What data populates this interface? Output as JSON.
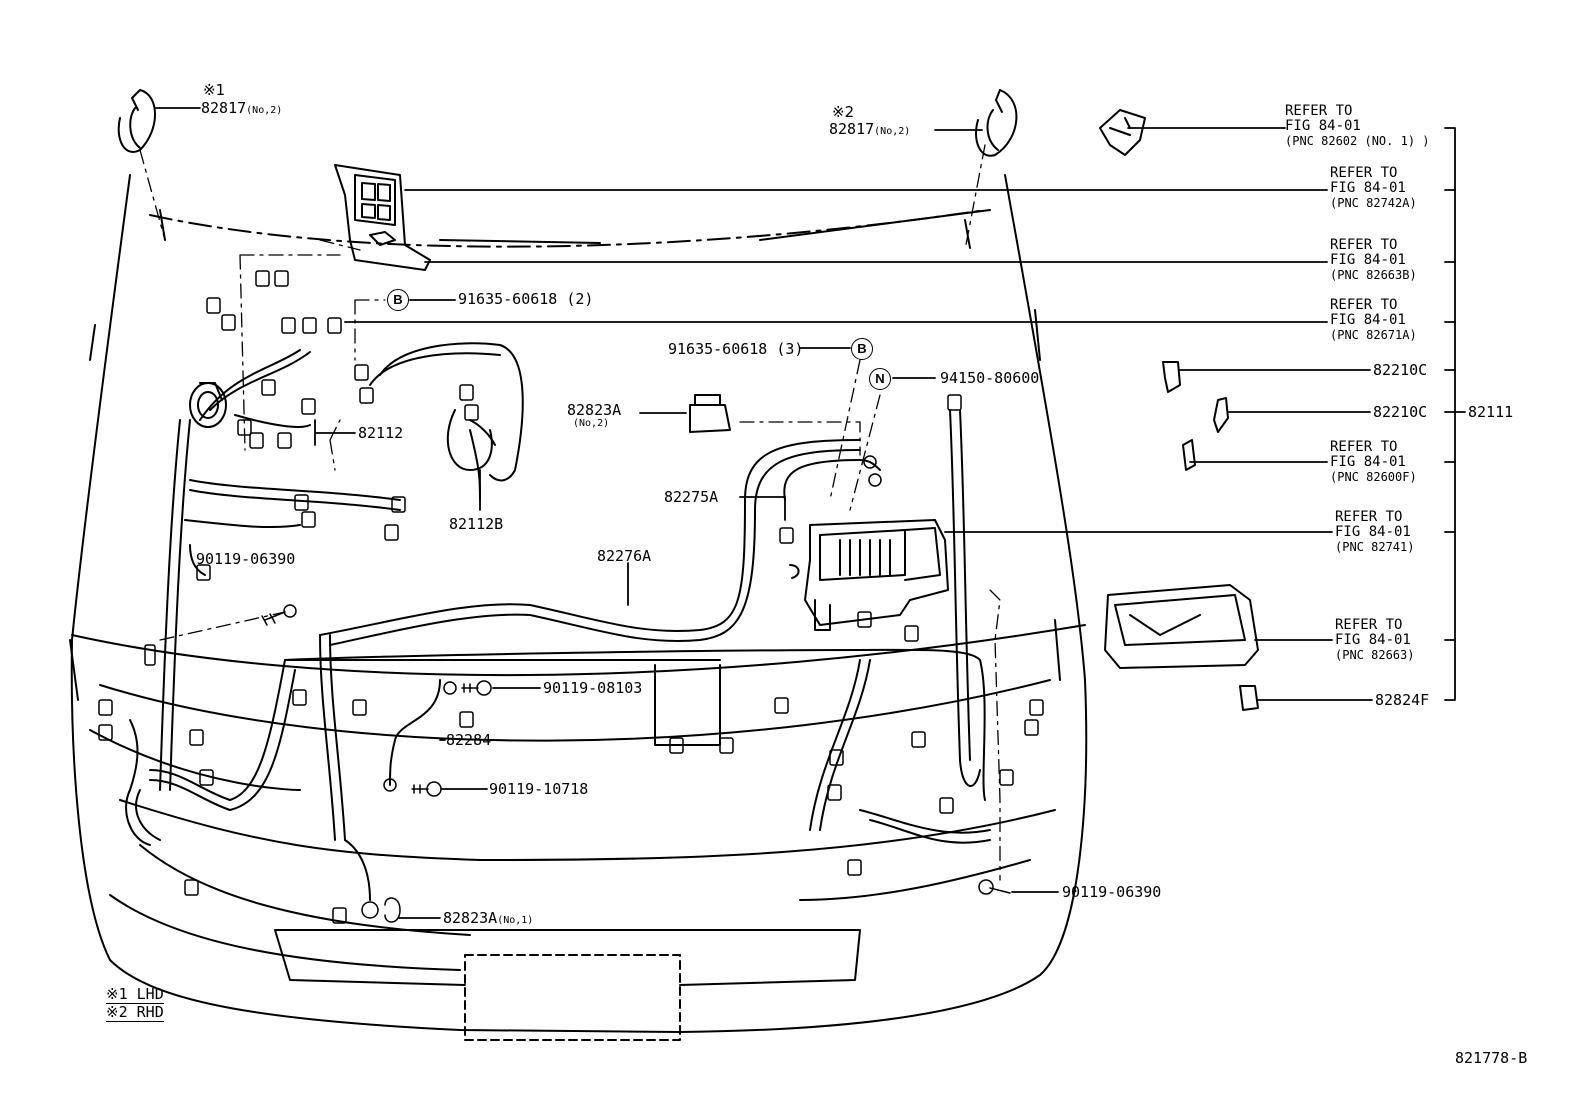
{
  "figure_id": "821778-B",
  "legend": [
    {
      "mark": "※1",
      "text": "LHD"
    },
    {
      "mark": "※2",
      "text": "RHD"
    }
  ],
  "marks": {
    "lhd": "※1",
    "rhd": "※2"
  },
  "circle_letters": {
    "b": "B",
    "n": "N"
  },
  "parts": {
    "p82817_left": {
      "number": "82817",
      "qty": "(No,2)"
    },
    "p82817_right": {
      "number": "82817",
      "qty": "(No,2)"
    },
    "p91635_2": {
      "number": "91635-60618",
      "qty": "(2)"
    },
    "p91635_3": {
      "number": "91635-60618",
      "qty": "(3)"
    },
    "p94150": {
      "number": "94150-80600"
    },
    "p82112": {
      "number": "82112"
    },
    "p82112B": {
      "number": "82112B"
    },
    "p82823A_no2": {
      "number": "82823A",
      "qty": "(No,2)"
    },
    "p82275A": {
      "number": "82275A"
    },
    "p82276A": {
      "number": "82276A"
    },
    "p90119_06390_left": {
      "number": "90119-06390"
    },
    "p90119_08103": {
      "number": "90119-08103"
    },
    "p82284": {
      "number": "82284"
    },
    "p90119_10718": {
      "number": "90119-10718"
    },
    "p82823A_no1": {
      "number": "82823A",
      "qty": "(No,1)"
    },
    "p90119_06390_right": {
      "number": "90119-06390"
    },
    "p82210C_1": {
      "number": "82210C"
    },
    "p82210C_2": {
      "number": "82210C"
    },
    "p82824F": {
      "number": "82824F"
    },
    "p82111": {
      "number": "82111"
    }
  },
  "references": [
    {
      "line1": "REFER TO",
      "line2": "FIG 84-01",
      "line3": "(PNC 82602 (NO. 1) )"
    },
    {
      "line1": "REFER TO",
      "line2": "FIG 84-01",
      "line3": "(PNC 82742A)"
    },
    {
      "line1": "REFER TO",
      "line2": "FIG 84-01",
      "line3": "(PNC 82663B)"
    },
    {
      "line1": "REFER TO",
      "line2": "FIG 84-01",
      "line3": "(PNC 82671A)"
    },
    {
      "line1": "REFER TO",
      "line2": "FIG 84-01",
      "line3": "(PNC 82600F)"
    },
    {
      "line1": "REFER TO",
      "line2": "FIG 84-01",
      "line3": "(PNC 82741)"
    },
    {
      "line1": "REFER TO",
      "line2": "FIG 84-01",
      "line3": "(PNC 82663)"
    }
  ]
}
